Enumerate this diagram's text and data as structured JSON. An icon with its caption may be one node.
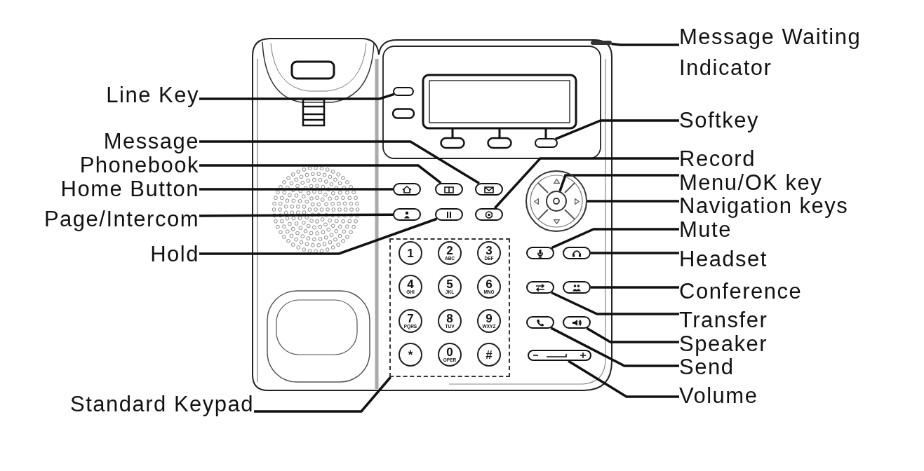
{
  "diagram": {
    "nodes": [
      {
        "text": [
          "Message Waiting Indicator"
        ]
      },
      {
        "text": [
          "Line Key"
        ]
      },
      {
        "text": [
          "Softkey"
        ]
      },
      {
        "text": [
          "Message"
        ]
      },
      {
        "text": [
          "Record"
        ]
      },
      {
        "text": [
          "Phonebook"
        ]
      },
      {
        "text": [
          "Menu/OK key"
        ]
      },
      {
        "text": [
          "Home Button"
        ]
      },
      {
        "text": [
          "Navigation keys"
        ]
      },
      {
        "text": [
          "Page/Intercom"
        ]
      },
      {
        "text": [
          "Mute"
        ]
      },
      {
        "text": [
          "Hold"
        ]
      },
      {
        "text": [
          "Headset"
        ]
      },
      {
        "text": [
          "Conference"
        ]
      },
      {
        "text": [
          "Transfer"
        ]
      },
      {
        "text": [
          "Speaker"
        ]
      },
      {
        "text": [
          "Send"
        ]
      },
      {
        "text": [
          "Volume"
        ]
      },
      {
        "text": [
          "Standard Keypad"
        ]
      },
      {
        "text": [],
        "shape": "bar"
      },
      {
        "text": [],
        "shape": "button"
      },
      {
        "text": [],
        "shape": "button"
      },
      {
        "text": [],
        "shape": "button"
      },
      {
        "text": [],
        "shape": "button"
      },
      {
        "text": [],
        "shape": "button"
      },
      {
        "text": [],
        "shape": "button"
      },
      {
        "text": [],
        "shape": "button"
      },
      {
        "text": [],
        "shape": "button"
      },
      {
        "text": [],
        "shape": "circle"
      },
      {
        "text": [],
        "shape": "circle",
        "in": 28
      },
      {
        "text": [],
        "shape": "button"
      },
      {
        "text": [],
        "shape": "button"
      },
      {
        "text": [],
        "shape": "button"
      },
      {
        "text": [],
        "shape": "button"
      },
      {
        "text": [],
        "shape": "button"
      },
      {
        "text": [],
        "shape": "button"
      },
      {
        "text": [],
        "shape": "bar"
      },
      {
        "text": [],
        "shape": "box"
      },
      {
        "text": [
          "1"
        ],
        "in": 37
      },
      {
        "text": [
          "2",
          "ABC"
        ],
        "in": 37
      },
      {
        "text": [
          "3",
          "DEF"
        ],
        "in": 37
      },
      {
        "text": [
          "4",
          "GHI"
        ],
        "in": 37
      },
      {
        "text": [
          "5",
          "JKL"
        ],
        "in": 37
      },
      {
        "text": [
          "6",
          "MNO"
        ],
        "in": 37
      },
      {
        "text": [
          "7",
          "PQRS"
        ],
        "in": 37
      },
      {
        "text": [
          "8",
          "TUV"
        ],
        "in": 37
      },
      {
        "text": [
          "9",
          "WXYZ"
        ],
        "in": 37
      },
      {
        "text": [
          "*"
        ],
        "in": 37
      },
      {
        "text": [
          "0",
          "OPER"
        ],
        "in": 37
      },
      {
        "text": [
          "#"
        ],
        "in": 37
      }
    ],
    "edges": [
      {
        "from": 0,
        "to": 19,
        "arrow": "none"
      },
      {
        "from": 1,
        "to": 20,
        "arrow": "none"
      },
      {
        "from": 2,
        "to": 21,
        "arrow": "none"
      },
      {
        "from": 3,
        "to": 24,
        "arrow": "none"
      },
      {
        "from": 4,
        "to": 27,
        "arrow": "none"
      },
      {
        "from": 5,
        "to": 23,
        "arrow": "none"
      },
      {
        "from": 6,
        "to": 29,
        "arrow": "none"
      },
      {
        "from": 7,
        "to": 22,
        "arrow": "none"
      },
      {
        "from": 8,
        "to": 28,
        "arrow": "none"
      },
      {
        "from": 9,
        "to": 25,
        "arrow": "none"
      },
      {
        "from": 10,
        "to": 30,
        "arrow": "none"
      },
      {
        "from": 11,
        "to": 26,
        "arrow": "none"
      },
      {
        "from": 12,
        "to": 31,
        "arrow": "none"
      },
      {
        "from": 13,
        "to": 33,
        "arrow": "none"
      },
      {
        "from": 14,
        "to": 32,
        "arrow": "none"
      },
      {
        "from": 15,
        "to": 35,
        "arrow": "none"
      },
      {
        "from": 16,
        "to": 34,
        "arrow": "none"
      },
      {
        "from": 17,
        "to": 36,
        "arrow": "none"
      },
      {
        "from": 18,
        "to": 37,
        "arrow": "none"
      }
    ]
  }
}
